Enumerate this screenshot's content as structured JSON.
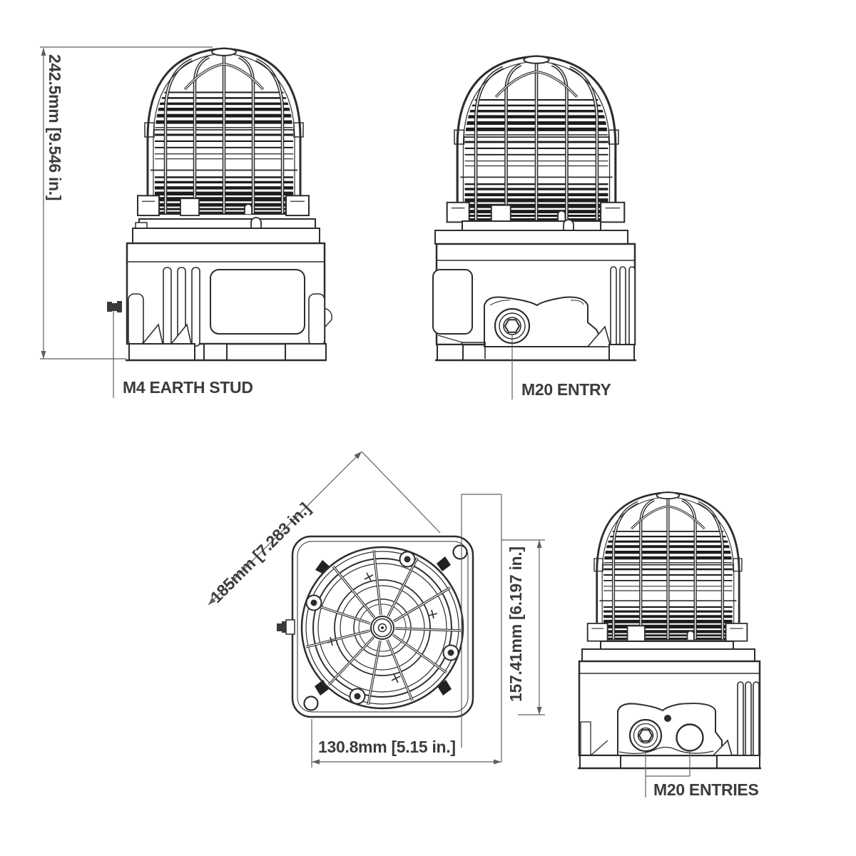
{
  "views": {
    "front_left": {
      "dim_height": "242.5mm [9.546 in.]",
      "callout_earth_stud": "M4 EARTH STUD"
    },
    "front_right": {
      "callout_entry": "M20 ENTRY"
    },
    "top": {
      "dim_diagonal": "185mm [7.283 in.]",
      "dim_vertical": "157.41mm [6.197 in.]",
      "dim_horizontal": "130.8mm [5.15 in.]"
    },
    "front_bottom_right": {
      "callout_entries": "M20 ENTRIES"
    }
  },
  "colors": {
    "line": "#2d2d2d",
    "lens_stripe": "#1d1d1d",
    "dimension_line": "#5f5f5f",
    "text": "#3c3c3c",
    "background": "#ffffff"
  }
}
